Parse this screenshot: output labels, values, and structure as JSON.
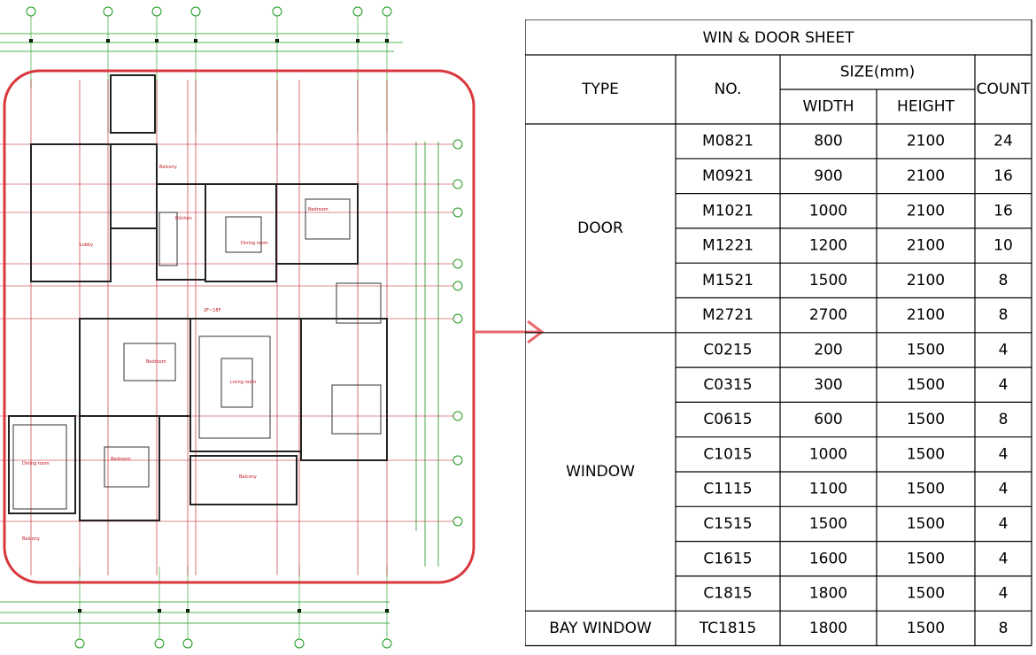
{
  "plan": {
    "rooms": [
      "Balcony",
      "Kitchen",
      "Dining room",
      "Bedroom",
      "Lobby",
      "Living room",
      "Bedroom",
      "Bedroom",
      "Balcony",
      "Dining room",
      "Balcony"
    ],
    "annotation": "2F~18F"
  },
  "sheet": {
    "title": "WIN & DOOR SHEET",
    "headers": {
      "type": "TYPE",
      "no": "NO.",
      "size": "SIZE(mm)",
      "width": "WIDTH",
      "height": "HEIGHT",
      "count": "COUNT"
    },
    "groups": [
      {
        "type": "DOOR",
        "rows": [
          {
            "no": "M0821",
            "width": "800",
            "height": "2100",
            "count": "24"
          },
          {
            "no": "M0921",
            "width": "900",
            "height": "2100",
            "count": "16"
          },
          {
            "no": "M1021",
            "width": "1000",
            "height": "2100",
            "count": "16"
          },
          {
            "no": "M1221",
            "width": "1200",
            "height": "2100",
            "count": "10"
          },
          {
            "no": "M1521",
            "width": "1500",
            "height": "2100",
            "count": "8"
          },
          {
            "no": "M2721",
            "width": "2700",
            "height": "2100",
            "count": "8"
          }
        ]
      },
      {
        "type": "WINDOW",
        "rows": [
          {
            "no": "C0215",
            "width": "200",
            "height": "1500",
            "count": "4"
          },
          {
            "no": "C0315",
            "width": "300",
            "height": "1500",
            "count": "4"
          },
          {
            "no": "C0615",
            "width": "600",
            "height": "1500",
            "count": "8"
          },
          {
            "no": "C1015",
            "width": "1000",
            "height": "1500",
            "count": "4"
          },
          {
            "no": "C1115",
            "width": "1100",
            "height": "1500",
            "count": "4"
          },
          {
            "no": "C1515",
            "width": "1500",
            "height": "1500",
            "count": "4"
          },
          {
            "no": "C1615",
            "width": "1600",
            "height": "1500",
            "count": "4"
          },
          {
            "no": "C1815",
            "width": "1800",
            "height": "1500",
            "count": "4"
          }
        ]
      },
      {
        "type": "BAY WINDOW",
        "rows": [
          {
            "no": "TC1815",
            "width": "1800",
            "height": "1500",
            "count": "8"
          }
        ]
      }
    ]
  },
  "colors": {
    "highlight": "#d9383d",
    "arrow": "#e8686c",
    "wall": "#000000",
    "axis": "#c0141c",
    "dimension": "#1a9a1a"
  }
}
